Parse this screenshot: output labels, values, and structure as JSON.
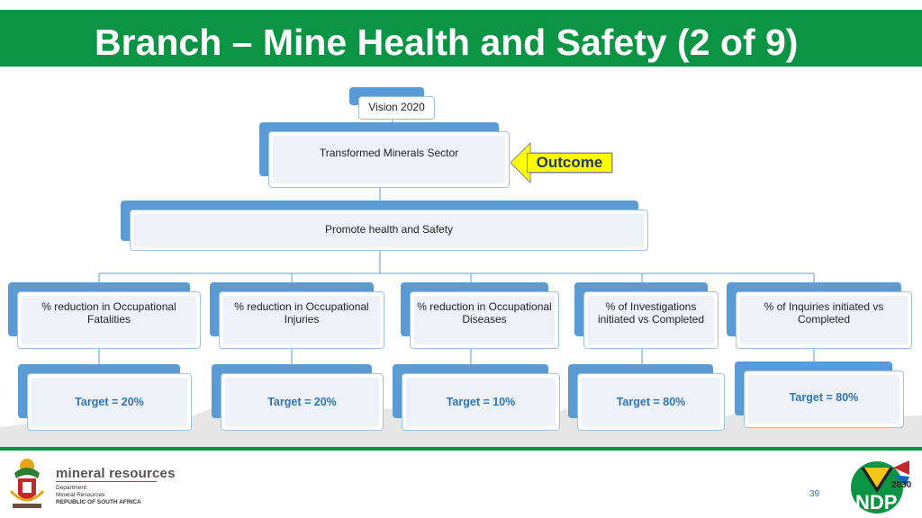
{
  "title": "Branch – Mine Health and Safety (2 of 9)",
  "nodes": {
    "vision": "Vision 2020",
    "outcome_box": "Transformed Minerals Sector",
    "promote": "Promote health and Safety",
    "measures": [
      "% reduction in Occupational Fatalities",
      "% reduction in Occupational Injuries",
      "% reduction in Occupational Diseases",
      "% of Investigations initiated vs Completed",
      "% of Inquiries initiated vs Completed"
    ],
    "targets": [
      "Target = 20%",
      "Target = 20%",
      "Target = 10%",
      "Target = 80%",
      "Target = 80%"
    ]
  },
  "outcome_callout": "Outcome",
  "footer": {
    "brand": "mineral resources",
    "dept_line1": "Department:",
    "dept_line2": "Mineral Resources",
    "dept_line3": "REPUBLIC OF SOUTH AFRICA",
    "page_number": "39",
    "ndp_logo_text": "NDP",
    "ndp_year": "2030"
  },
  "colors": {
    "title_bar": "#0b9444",
    "box_accent": "#5b9bd5",
    "target_text": "#2e75b6",
    "callout": "#ffff00"
  }
}
